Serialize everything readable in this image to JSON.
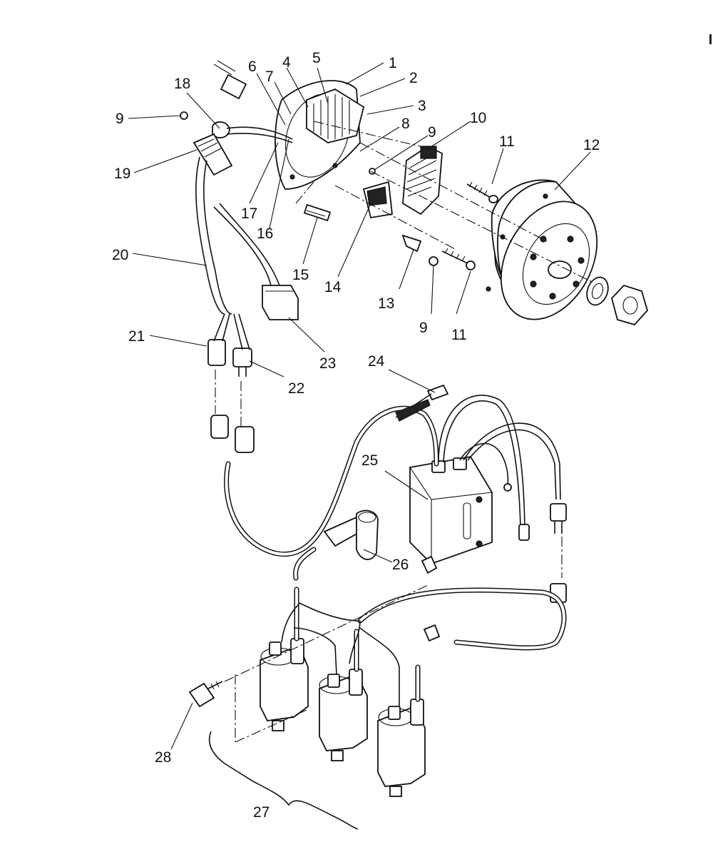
{
  "diagram": {
    "callouts": [
      "1",
      "2",
      "3",
      "4",
      "5",
      "6",
      "7",
      "8",
      "9",
      "9",
      "9",
      "10",
      "11",
      "11",
      "12",
      "13",
      "14",
      "15",
      "16",
      "17",
      "18",
      "19",
      "20",
      "21",
      "22",
      "23",
      "24",
      "25",
      "26",
      "27",
      "28"
    ]
  },
  "colors": {
    "ink": "#111111",
    "paper": "#ffffff"
  }
}
